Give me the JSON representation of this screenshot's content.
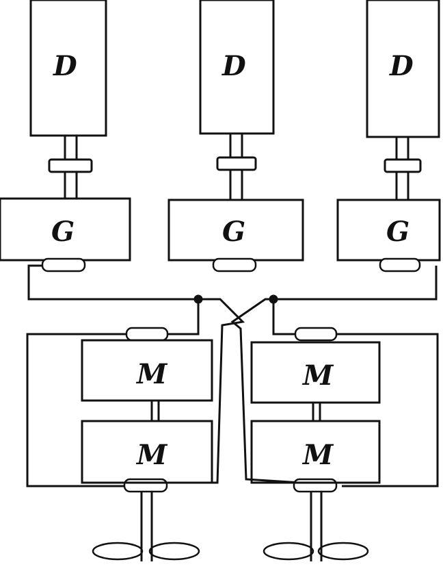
{
  "diagram": {
    "diesels": [
      {
        "label": "D"
      },
      {
        "label": "D"
      },
      {
        "label": "D"
      }
    ],
    "generators": [
      {
        "label": "G"
      },
      {
        "label": "G"
      },
      {
        "label": "G"
      }
    ],
    "motors": [
      {
        "label": "M"
      },
      {
        "label": "M"
      },
      {
        "label": "M"
      },
      {
        "label": "M"
      }
    ]
  }
}
